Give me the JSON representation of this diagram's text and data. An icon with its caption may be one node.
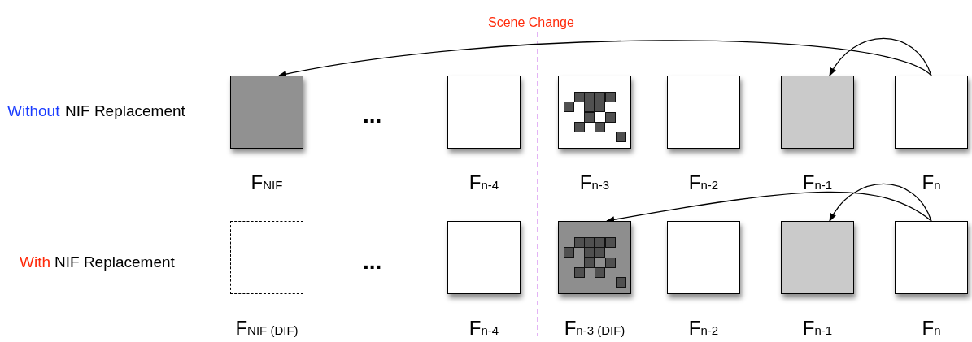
{
  "diagram": {
    "nodes": [
      {
        "text": [],
        "shape": "box",
        "beside": [
          "F$_{NIF}$"
        ]
      },
      {
        "text": [],
        "shape": "box",
        "beside": [
          "F$_{n-4}$"
        ]
      },
      {
        "text": [],
        "shape": "box",
        "beside": [
          "F$_{n-3}$"
        ]
      },
      {
        "text": [],
        "shape": "box",
        "beside": [
          "F$_{n-2}$"
        ]
      },
      {
        "text": [],
        "shape": "box",
        "beside": [
          "F$_{n-1}$"
        ]
      },
      {
        "text": [],
        "shape": "box",
        "beside": [
          "F$_{n}$"
        ]
      },
      {
        "text": [],
        "shape": "box",
        "beside": [
          "F$_{NIF (DIF)}$"
        ]
      },
      {
        "text": [],
        "shape": "box",
        "beside": [
          "F$_{n-4}$"
        ]
      },
      {
        "text": [],
        "shape": "box",
        "beside": [
          "F$_{n-3 (DIF)}$"
        ]
      },
      {
        "text": [],
        "shape": "box",
        "beside": [
          "F$_{n-2}$"
        ]
      },
      {
        "text": [],
        "shape": "box",
        "beside": [
          "F$_{n-1}$"
        ]
      },
      {
        "text": [],
        "shape": "box",
        "beside": [
          "F$_{n}$"
        ]
      }
    ],
    "edges": [
      {
        "from": 5,
        "to": 4,
        "arrow": "to"
      },
      {
        "from": 5,
        "to": 0,
        "arrow": "to"
      },
      {
        "from": 11,
        "to": 10,
        "arrow": "to"
      },
      {
        "from": 11,
        "to": 8,
        "arrow": "to"
      }
    ],
    "labels": [
      "Scene Change",
      "Without",
      "NIF Replacement",
      "...",
      "With",
      "NIF Replacement",
      "..."
    ]
  }
}
